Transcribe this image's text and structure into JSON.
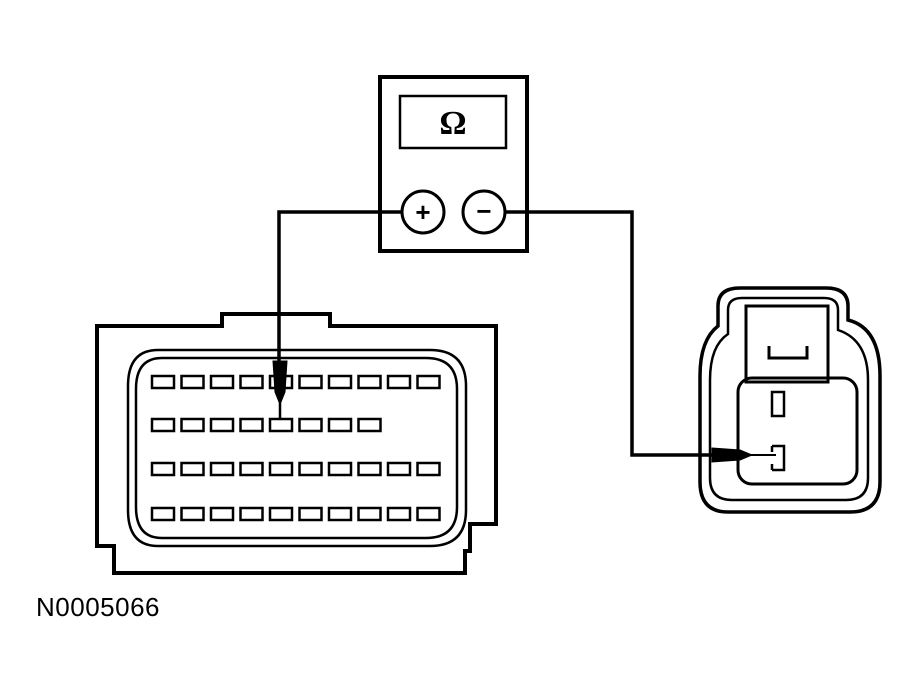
{
  "meter": {
    "display_symbol": "Ω",
    "positive_label": "+",
    "negative_label": "−"
  },
  "connector_large": {
    "rows": [
      10,
      8,
      10,
      10
    ]
  },
  "figure_id": "N0005066",
  "colors": {
    "line": "#000000",
    "background": "#ffffff"
  }
}
